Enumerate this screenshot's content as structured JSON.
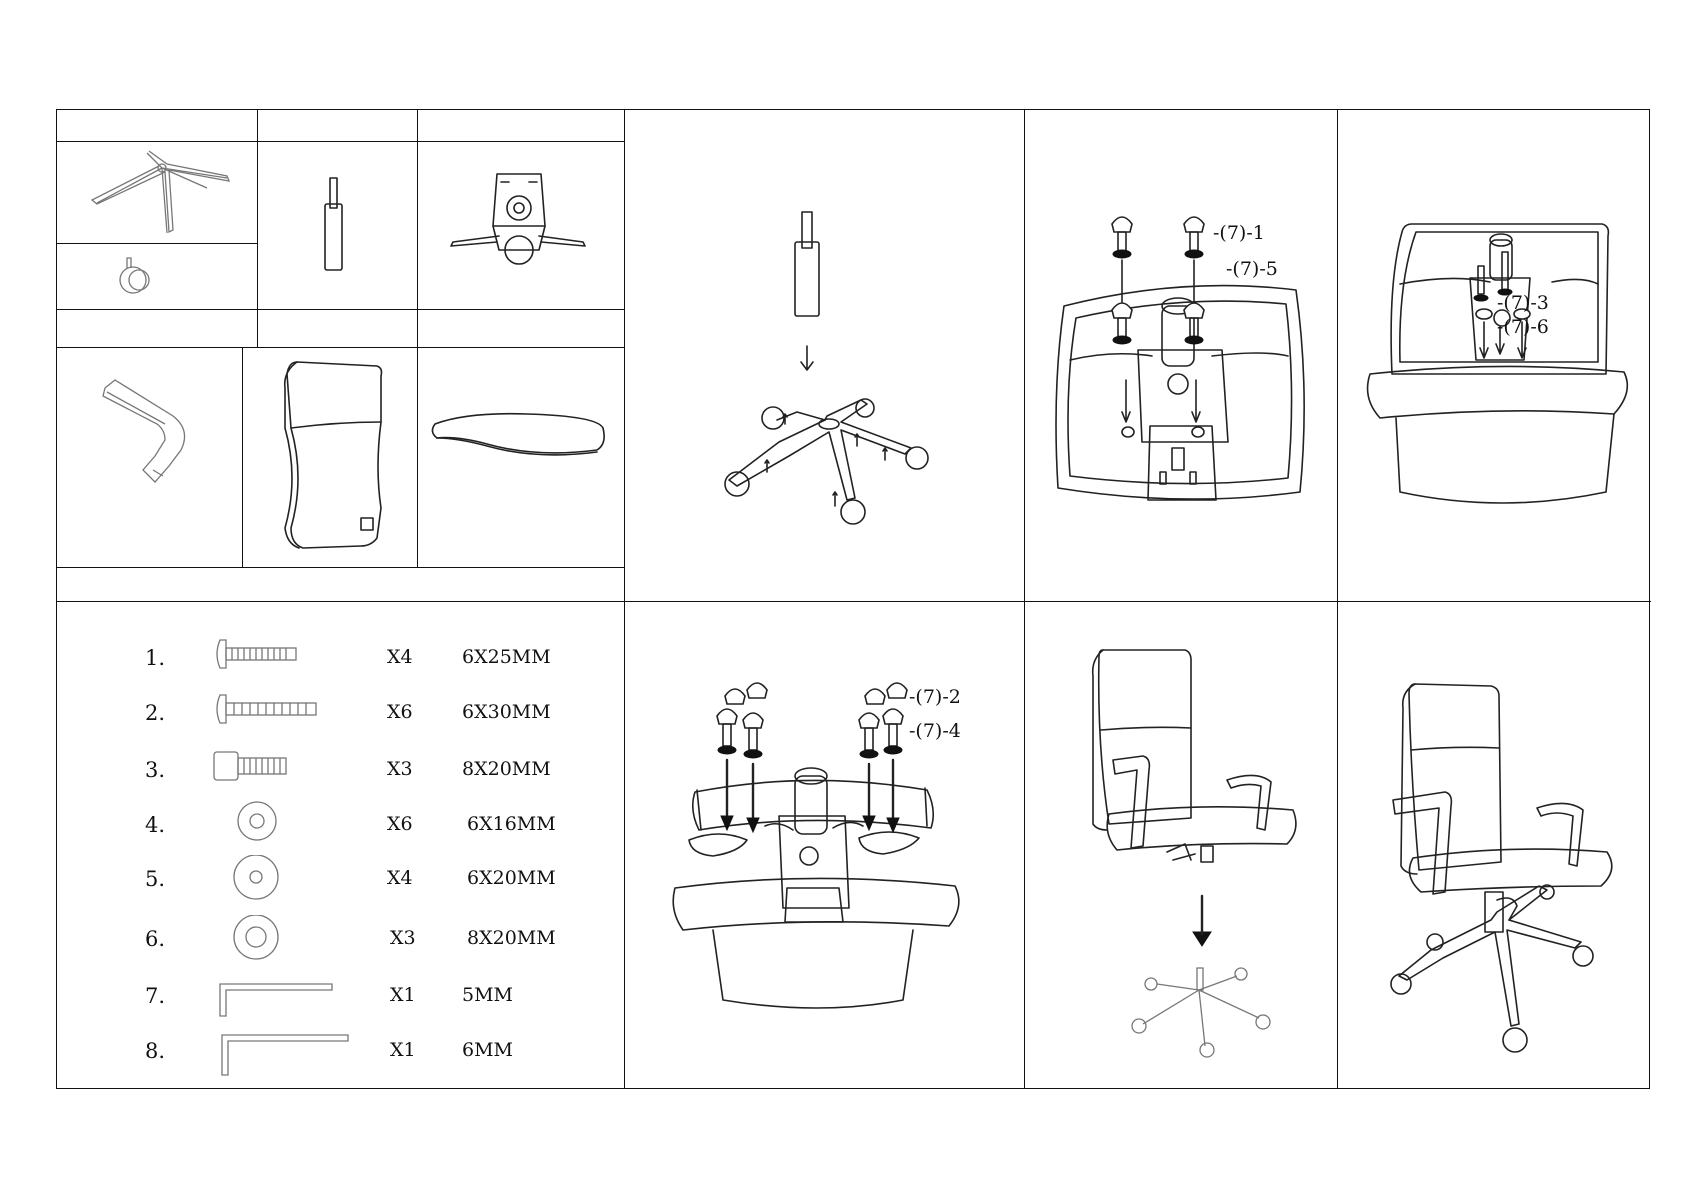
{
  "parts": {
    "list_labels": [],
    "header_row": [
      "",
      "",
      ""
    ]
  },
  "hardware": {
    "items": [
      {
        "num": "1.",
        "qty": "X4",
        "size": "6X25MM",
        "icon": "bolt-short-icon"
      },
      {
        "num": "2.",
        "qty": "X6",
        "size": "6X30MM",
        "icon": "bolt-long-icon"
      },
      {
        "num": "3.",
        "qty": "X3",
        "size": "8X20MM",
        "icon": "socket-bolt-icon"
      },
      {
        "num": "4.",
        "qty": "X6",
        "size": "6X16MM",
        "icon": "washer-small-icon"
      },
      {
        "num": "5.",
        "qty": "X4",
        "size": "6X20MM",
        "icon": "washer-medium-icon"
      },
      {
        "num": "6.",
        "qty": "X3",
        "size": "8X20MM",
        "icon": "washer-large-icon"
      },
      {
        "num": "7.",
        "qty": "X1",
        "size": "5MM",
        "icon": "allen-key-icon"
      },
      {
        "num": "8.",
        "qty": "X1",
        "size": "6MM",
        "icon": "allen-key-icon"
      }
    ]
  },
  "steps": {
    "step_seat_labels": [
      "-(7)-1",
      "-(7)-5"
    ],
    "step_back_labels": [
      "-(7)-3",
      "-(7)-6"
    ],
    "step_arm_labels": [
      "-(7)-2",
      "-(7)-4"
    ]
  }
}
